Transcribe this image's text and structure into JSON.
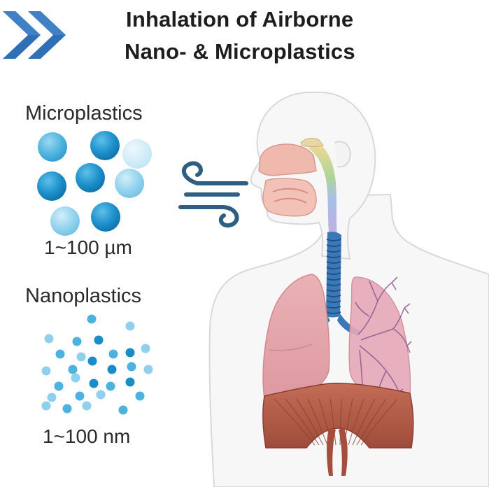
{
  "title": {
    "line1": "Inhalation of Airborne",
    "line2": "Nano- & Microplastics"
  },
  "microplastics": {
    "label": "Microplastics",
    "size_range": "1~100 µm"
  },
  "nanoplastics": {
    "label": "Nanoplastics",
    "size_range": "1~100 nm"
  },
  "icons": {
    "header": "double-chevron-right-icon",
    "air": "wind-icon"
  },
  "colors": {
    "chevron": "#2f6fb5",
    "particle_dark": "#1a8cc7",
    "particle_mid": "#4db2df",
    "particle_light": "#8fd0ee",
    "particle_pale": "#c7e8f6",
    "wind": "#2e5f83",
    "lung": "#e6a2a7",
    "diaphragm": "#b55b46",
    "trachea": "#3a78b8",
    "body_outline": "#d9d9d9"
  }
}
